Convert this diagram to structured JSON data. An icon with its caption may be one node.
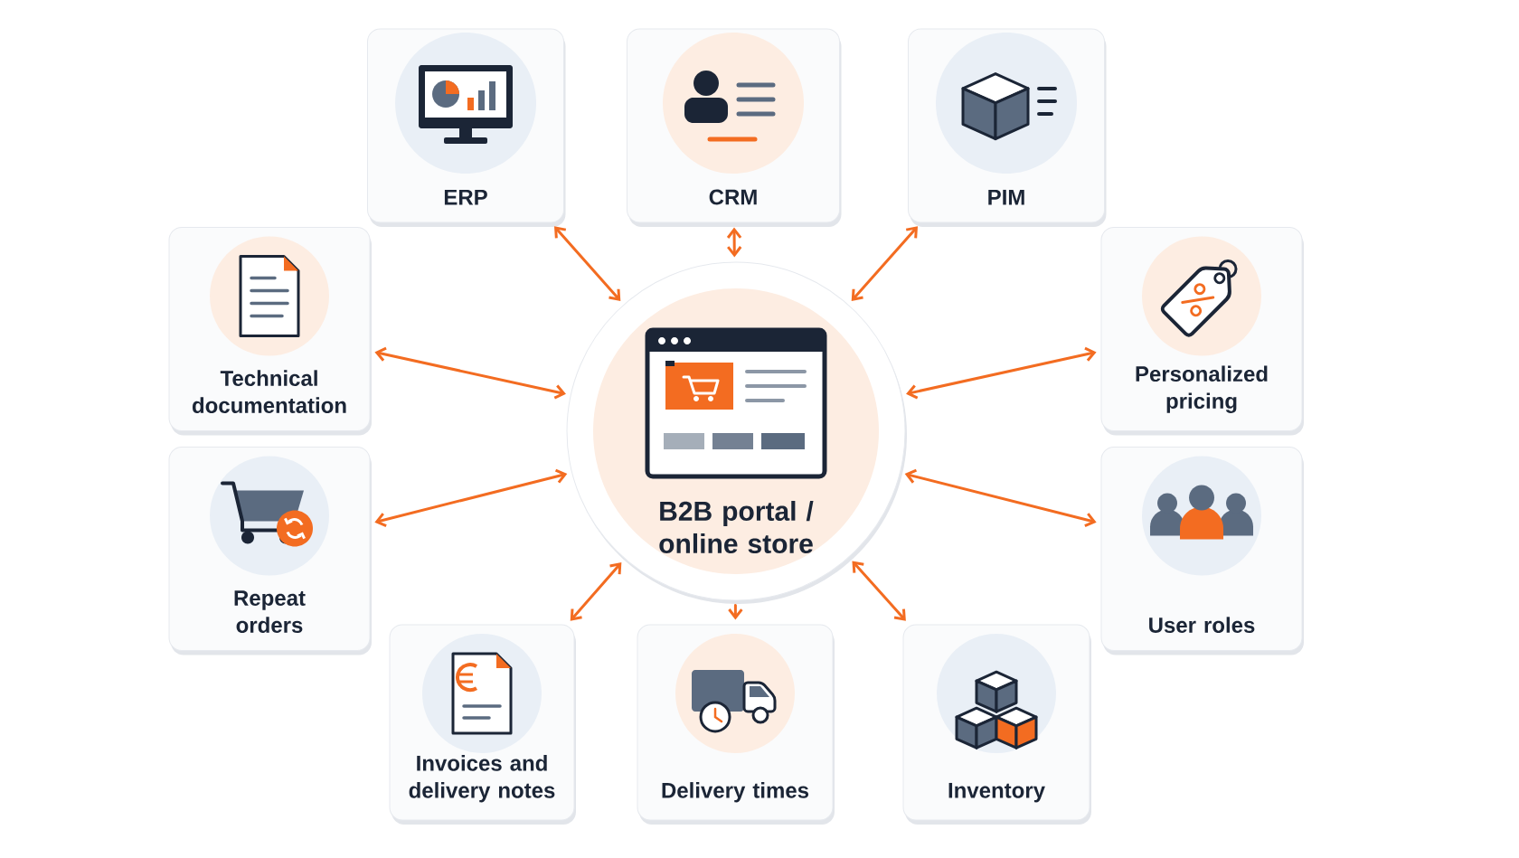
{
  "diagram": {
    "nodes": [
      {
        "text": [
          "ERP"
        ]
      },
      {
        "text": [
          "CRM"
        ]
      },
      {
        "text": [
          "PIM"
        ]
      },
      {
        "text": [
          "Technical documentation"
        ]
      },
      {
        "text": [
          "B2B portal / online store"
        ]
      },
      {
        "text": [
          "Personalized pricing"
        ]
      },
      {
        "text": [
          "Repeat orders"
        ]
      },
      {
        "text": [
          "User roles"
        ]
      },
      {
        "text": [
          "Invoices and delivery notes"
        ]
      },
      {
        "text": [
          "Delivery times"
        ]
      },
      {
        "text": [
          "Inventory"
        ]
      }
    ],
    "edges": [
      {
        "from": 4,
        "to": 0,
        "arrow": "both"
      },
      {
        "from": 4,
        "to": 1,
        "arrow": "both"
      },
      {
        "from": 4,
        "to": 2,
        "arrow": "both"
      },
      {
        "from": 4,
        "to": 3,
        "arrow": "both"
      },
      {
        "from": 4,
        "to": 5,
        "arrow": "both"
      },
      {
        "from": 4,
        "to": 6,
        "arrow": "both"
      },
      {
        "from": 4,
        "to": 7,
        "arrow": "both"
      },
      {
        "from": 4,
        "to": 8,
        "arrow": "both"
      },
      {
        "from": 4,
        "to": 9,
        "arrow": "to"
      },
      {
        "from": 4,
        "to": 10,
        "arrow": "both"
      }
    ]
  }
}
